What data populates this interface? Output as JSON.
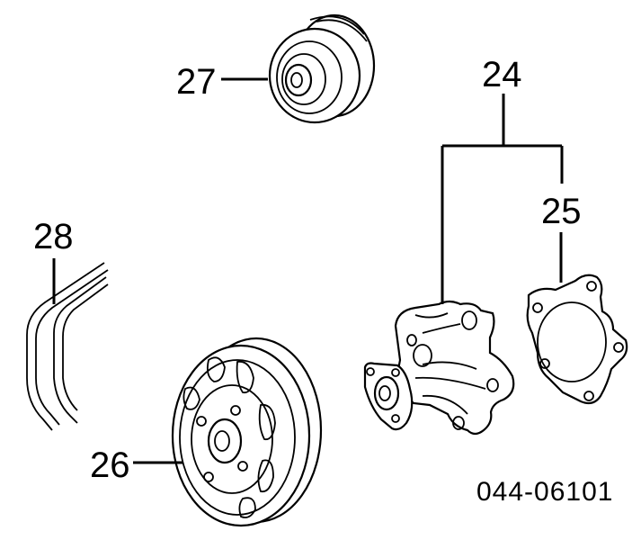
{
  "callouts": [
    {
      "id": "27",
      "text": "27"
    },
    {
      "id": "24",
      "text": "24"
    },
    {
      "id": "25",
      "text": "25"
    },
    {
      "id": "28",
      "text": "28"
    },
    {
      "id": "26",
      "text": "26"
    }
  ],
  "diagram_code": "044-06101"
}
